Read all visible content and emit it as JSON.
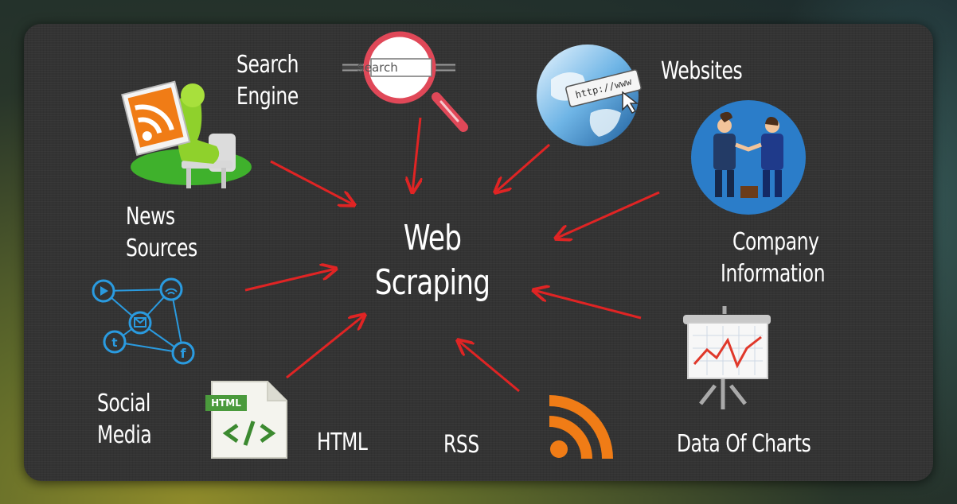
{
  "diagram": {
    "center": {
      "line1": "Web",
      "line2": "Scraping"
    },
    "sources": {
      "search_engine": {
        "line1": "Search",
        "line2": "Engine",
        "icon_text": "$earch"
      },
      "websites": {
        "label": "Websites",
        "icon_text": "http://www"
      },
      "news_sources": {
        "line1": "News",
        "line2": "Sources"
      },
      "company_information": {
        "line1": "Company",
        "line2": "Information"
      },
      "social_media": {
        "line1": "Social",
        "line2": "Media"
      },
      "data_of_charts": {
        "label": "Data Of Charts"
      },
      "html": {
        "label": "HTML",
        "icon_text": "HTML"
      },
      "rss": {
        "label": "RSS"
      }
    },
    "colors": {
      "arrow": "#e02424",
      "board": "#333333",
      "rss_orange": "#f07c16",
      "social_blue": "#2a9be0",
      "company_circle": "#2b7dc9"
    }
  }
}
